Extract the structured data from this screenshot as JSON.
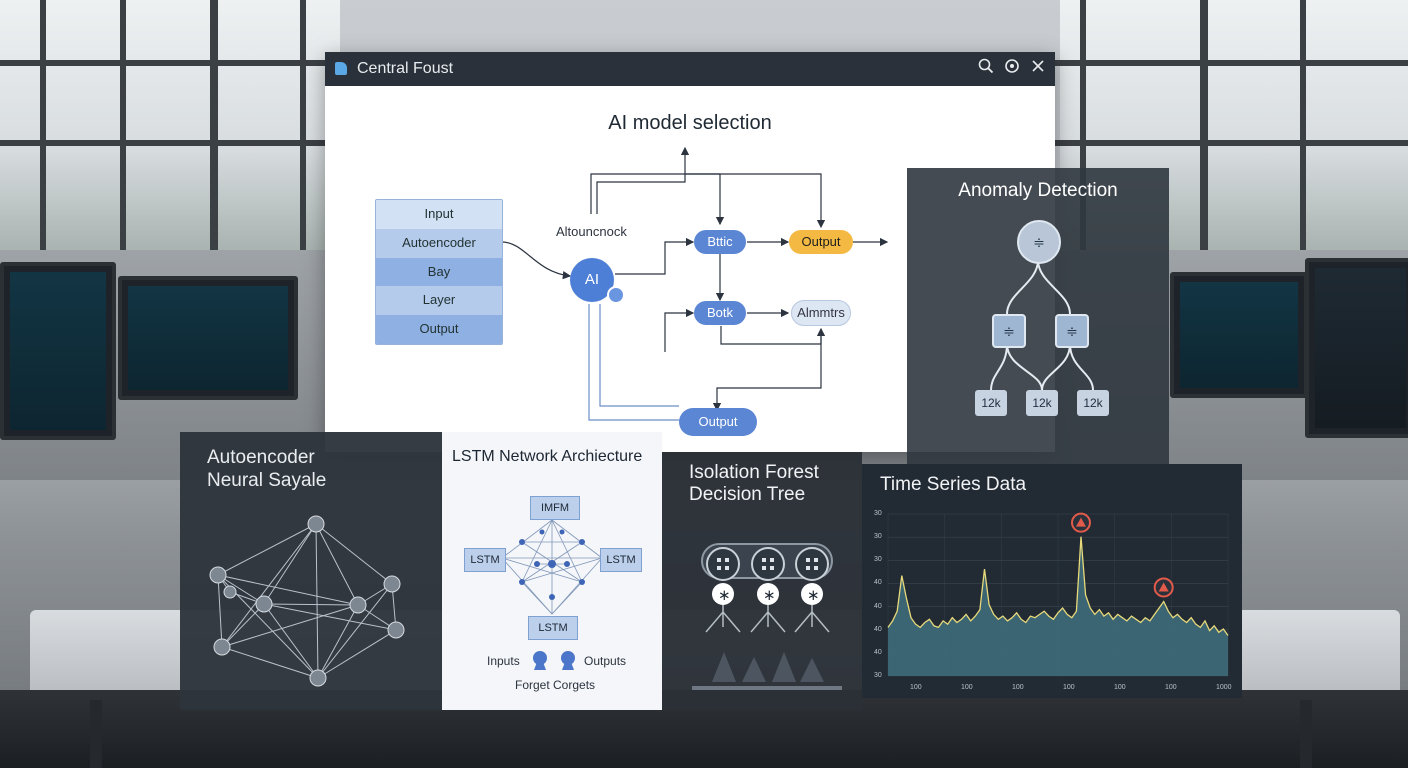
{
  "window": {
    "title": "Central Foust",
    "search_icon": "search-icon",
    "settings_icon": "gear-icon",
    "close_icon": "close-icon"
  },
  "diagram": {
    "title": "AI model selection",
    "stack_items": [
      "Input",
      "Autoencoder",
      "Bay",
      "Layer",
      "Output"
    ],
    "ai_label": "AI",
    "label_above_ai": "Altouncnock",
    "node_top": "Bttic",
    "node_output_top": "Output",
    "node_mid": "Botk",
    "node_alt": "Almmtrs",
    "node_output_bottom": "Output",
    "colors": {
      "blue": "#5b86d4",
      "yellow": "#f4b942",
      "stack_a": "#d3e1f4",
      "stack_b": "#8fb0e3"
    }
  },
  "anomaly_panel": {
    "title": "Anomaly Detection",
    "leaves": [
      "12k",
      "12k",
      "12k"
    ]
  },
  "autoencoder_panel": {
    "title_line1": "Autoencoder",
    "title_line2": "Neural Sayale"
  },
  "lstm_panel": {
    "title": "LSTM Network Archiecture",
    "top_box": "IMFM",
    "left_box": "LSTM",
    "right_box": "LSTM",
    "bottom_box": "LSTM",
    "inputs_label": "Inputs",
    "outputs_label": "Outputs",
    "forget_label": "Forget Corgets"
  },
  "iforest_panel": {
    "title_line1": "Isolation Forest",
    "title_line2": "Decision Tree",
    "node_glyph": "∗"
  },
  "timeseries_panel": {
    "title": "Time Series Data",
    "alert_icon": "warning-icon",
    "line_color": "#e8d97a",
    "fill_color": "#3f6b7a"
  },
  "chart_data": {
    "type": "area",
    "title": "Time Series Data",
    "yticks": [
      "30",
      "30",
      "30",
      "40",
      "40",
      "40",
      "40",
      "30"
    ],
    "xticks": [
      "100",
      "100",
      "100",
      "100",
      "100",
      "100",
      "1000"
    ],
    "values": [
      30,
      34,
      40,
      62,
      48,
      36,
      32,
      30,
      33,
      35,
      31,
      30,
      34,
      32,
      36,
      33,
      35,
      38,
      34,
      37,
      41,
      66,
      44,
      38,
      35,
      37,
      34,
      36,
      39,
      35,
      33,
      37,
      36,
      38,
      40,
      37,
      35,
      39,
      42,
      38,
      36,
      40,
      86,
      50,
      42,
      38,
      41,
      37,
      39,
      35,
      38,
      36,
      34,
      37,
      35,
      33,
      36,
      34,
      38,
      42,
      46,
      40,
      36,
      38,
      35,
      33,
      36,
      32,
      30,
      34,
      28,
      31,
      27,
      29,
      25
    ],
    "ylim": [
      0,
      100
    ],
    "alerts": [
      {
        "index": 42
      },
      {
        "index": 60
      }
    ]
  }
}
